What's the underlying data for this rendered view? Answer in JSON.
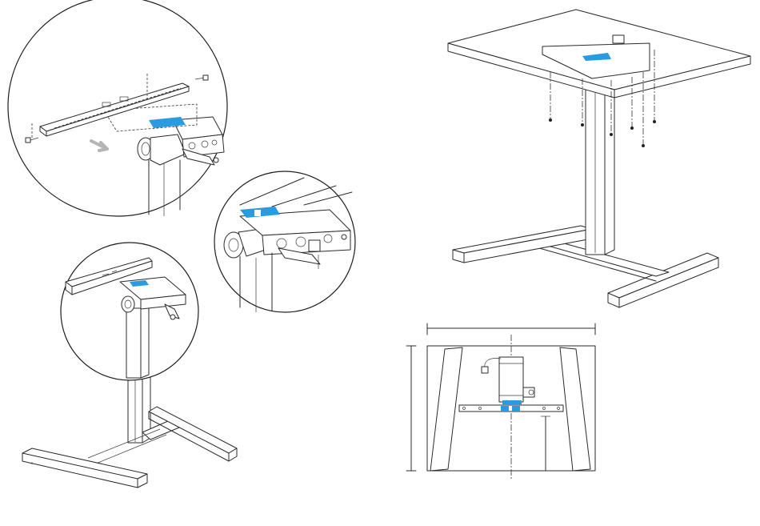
{
  "figure": {
    "colors": {
      "line": "#2b2b2b",
      "accent": "#2b9be0",
      "arrow": "#b5b5b5",
      "background": "#ffffff"
    },
    "panels": [
      {
        "id": "detail-bracket-attach",
        "content": "bracket-and-arrow-icon"
      },
      {
        "id": "detail-frame-closeup",
        "content": "frame-closeup"
      },
      {
        "id": "detail-bracket-on-frame",
        "content": "bracket-on-frame"
      },
      {
        "id": "frame-with-bracket",
        "content": "t-base-frame"
      },
      {
        "id": "assembled-desk",
        "content": "desk-isometric"
      },
      {
        "id": "underside-view",
        "content": "top-down-layout"
      }
    ],
    "icons": [
      "arrow-icon",
      "screw-icon",
      "bracket-icon"
    ]
  }
}
